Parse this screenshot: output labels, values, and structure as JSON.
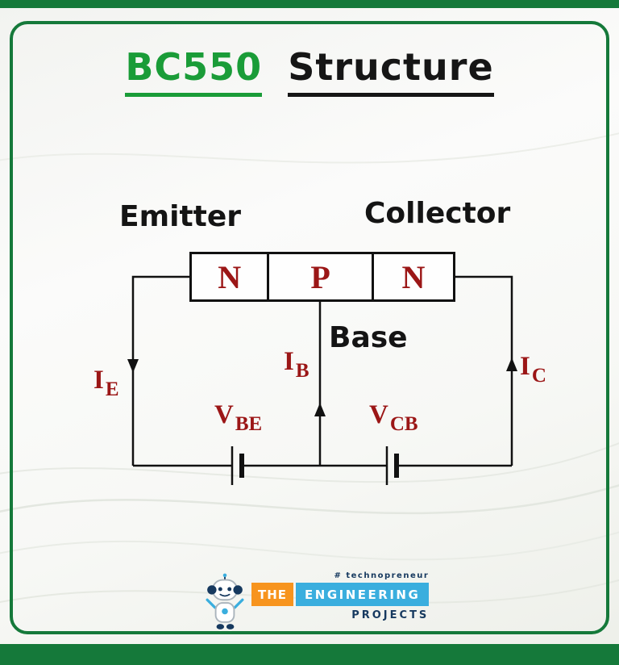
{
  "title": {
    "bc550": "BC550",
    "structure": "Structure"
  },
  "diagram": {
    "emitter_label": "Emitter",
    "collector_label": "Collector",
    "base_label": "Base",
    "regions": [
      {
        "label": "N"
      },
      {
        "label": "P"
      },
      {
        "label": "N"
      }
    ],
    "labels": {
      "ie": {
        "sym": "I",
        "sub": "E"
      },
      "ib": {
        "sym": "I",
        "sub": "B"
      },
      "ic": {
        "sym": "I",
        "sub": "C"
      },
      "vbe": {
        "sym": "V",
        "sub": "BE"
      },
      "vcb": {
        "sym": "V",
        "sub": "CB"
      }
    }
  },
  "logo": {
    "tagline": "# technopreneur",
    "badge_the": "THE",
    "badge_engineering": "ENGINEERING",
    "projects": "PROJECTS"
  },
  "colors": {
    "frame-green": "#15793a",
    "title-green": "#1a9c38",
    "dark-red": "#9b1616",
    "logo-orange": "#f7941e",
    "logo-blue": "#3aaede",
    "logo-navy": "#16395f"
  }
}
